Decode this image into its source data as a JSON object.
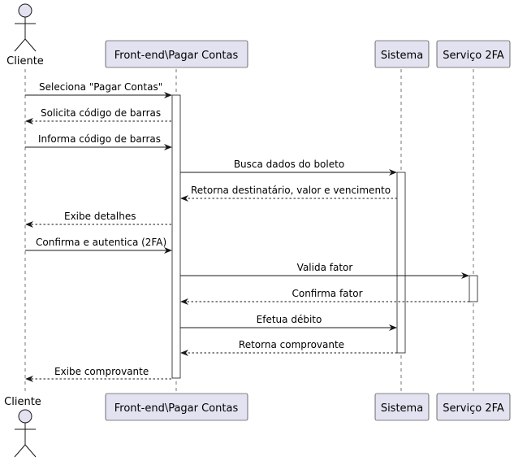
{
  "participants": {
    "cliente": "Cliente",
    "frontend": "Front-end\\Pagar Contas",
    "sistema": "Sistema",
    "servico2fa": "Serviço 2FA"
  },
  "messages": [
    {
      "label": "Seleciona \"Pagar Contas\"",
      "from": "cliente",
      "to": "frontend",
      "style": "solid"
    },
    {
      "label": "Solicita código de barras",
      "from": "frontend",
      "to": "cliente",
      "style": "dashed"
    },
    {
      "label": "Informa código de barras",
      "from": "cliente",
      "to": "frontend",
      "style": "solid"
    },
    {
      "label": "Busca dados do boleto",
      "from": "frontend",
      "to": "sistema",
      "style": "solid"
    },
    {
      "label": "Retorna destinatário, valor e vencimento",
      "from": "sistema",
      "to": "frontend",
      "style": "dashed"
    },
    {
      "label": "Exibe detalhes",
      "from": "frontend",
      "to": "cliente",
      "style": "dashed"
    },
    {
      "label": "Confirma e autentica (2FA)",
      "from": "cliente",
      "to": "frontend",
      "style": "solid"
    },
    {
      "label": "Valida fator",
      "from": "frontend",
      "to": "servico2fa",
      "style": "solid"
    },
    {
      "label": "Confirma fator",
      "from": "servico2fa",
      "to": "frontend",
      "style": "dashed"
    },
    {
      "label": "Efetua débito",
      "from": "frontend",
      "to": "sistema",
      "style": "solid"
    },
    {
      "label": "Retorna comprovante",
      "from": "sistema",
      "to": "frontend",
      "style": "dashed"
    },
    {
      "label": "Exibe comprovante",
      "from": "frontend",
      "to": "cliente",
      "style": "dashed"
    }
  ],
  "colors": {
    "participant_fill": "#e2e2f0",
    "line": "#181818"
  }
}
